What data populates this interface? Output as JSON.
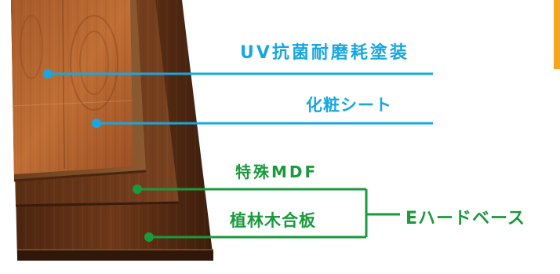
{
  "labels": {
    "uv_coating": "UV抗菌耐磨耗塗装",
    "decor_sheet": "化粧シート",
    "special_mdf": "特殊MDF",
    "plywood": "植林木合板",
    "e_hard_base": "Eハードベース"
  },
  "colors": {
    "blue": "#18a7e0",
    "green": "#1a9a3c",
    "accent": "#f5a623"
  }
}
